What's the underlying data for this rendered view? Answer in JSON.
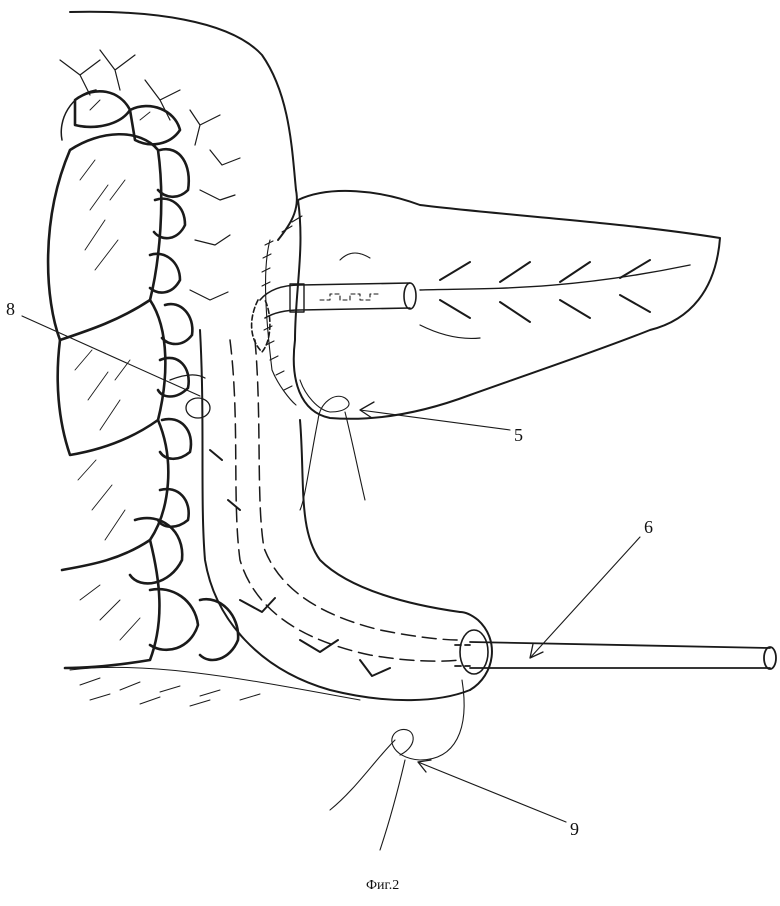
{
  "figure": {
    "caption": "Фиг.2",
    "labels": {
      "l8": "8",
      "l5": "5",
      "l6": "6",
      "l9": "9"
    }
  }
}
